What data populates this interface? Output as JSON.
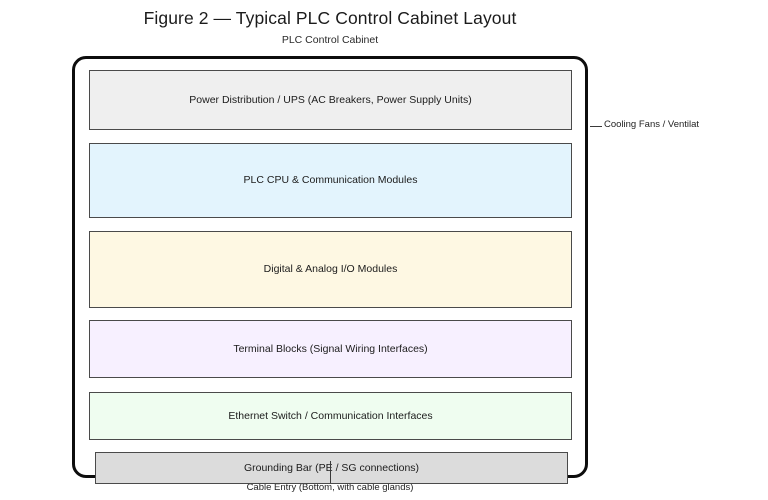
{
  "figure": {
    "title": "Figure 2 — Typical PLC Control Cabinet Layout",
    "subtitle": "PLC Control Cabinet"
  },
  "cabinet": {
    "border_color": "#0d0d0d",
    "bands": [
      {
        "label": "Power Distribution / UPS (AC Breakers, Power Supply Units)",
        "fill": "#efefef",
        "stroke": "#4a4a4a"
      },
      {
        "label": "PLC CPU & Communication Modules",
        "fill": "#e3f4fd",
        "stroke": "#4a4a4a"
      },
      {
        "label": "Digital & Analog I/O Modules",
        "fill": "#fef8e3",
        "stroke": "#4a4a4a"
      },
      {
        "label": "Terminal Blocks (Signal Wiring Interfaces)",
        "fill": "#f7f0ff",
        "stroke": "#4a4a4a"
      },
      {
        "label": "Ethernet Switch / Communication Interfaces",
        "fill": "#effdf0",
        "stroke": "#4a4a4a"
      },
      {
        "label": "Grounding Bar (PE / SG connections)",
        "fill": "#dcdcdc",
        "stroke": "#4a4a4a"
      }
    ]
  },
  "annotations": {
    "right": "Cooling Fans / Ventilat",
    "bottom": "Cable Entry (Bottom, with cable glands)"
  }
}
